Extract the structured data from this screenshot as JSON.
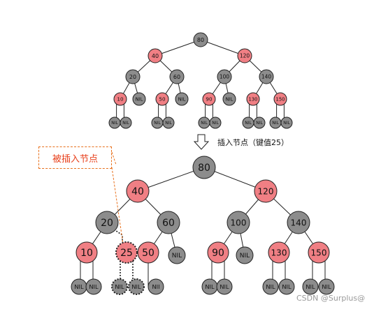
{
  "colors": {
    "red": "#f07f84",
    "black": "#8c8c8c",
    "stroke": "#222222",
    "annotation": "#e8701c"
  },
  "arrow_caption": "插入节点（键值25）",
  "annotation_label": "被插入节点",
  "watermark": "CSDN @Surplus@",
  "before_tree": {
    "nodes": [
      {
        "id": "b80",
        "label": "80",
        "color": "black"
      },
      {
        "id": "b40",
        "label": "40",
        "color": "red"
      },
      {
        "id": "b120",
        "label": "120",
        "color": "red"
      },
      {
        "id": "b20",
        "label": "20",
        "color": "black"
      },
      {
        "id": "b60",
        "label": "60",
        "color": "black"
      },
      {
        "id": "b100",
        "label": "100",
        "color": "black"
      },
      {
        "id": "b140",
        "label": "140",
        "color": "black"
      },
      {
        "id": "b10",
        "label": "10",
        "color": "red"
      },
      {
        "id": "bnil20",
        "label": "NIL",
        "color": "black"
      },
      {
        "id": "b50",
        "label": "50",
        "color": "red"
      },
      {
        "id": "bnil60",
        "label": "NIL",
        "color": "black"
      },
      {
        "id": "b90",
        "label": "90",
        "color": "red"
      },
      {
        "id": "bnil100",
        "label": "NIL",
        "color": "black"
      },
      {
        "id": "b130",
        "label": "130",
        "color": "red"
      },
      {
        "id": "b150",
        "label": "150",
        "color": "red"
      },
      {
        "id": "bn1",
        "label": "NIL",
        "color": "black"
      },
      {
        "id": "bn2",
        "label": "NIL",
        "color": "black"
      },
      {
        "id": "bn3",
        "label": "NIL",
        "color": "black"
      },
      {
        "id": "bn4",
        "label": "NIL",
        "color": "black"
      },
      {
        "id": "bn5",
        "label": "NIL",
        "color": "black"
      },
      {
        "id": "bn6",
        "label": "NIL",
        "color": "black"
      },
      {
        "id": "bn7",
        "label": "NIL",
        "color": "black"
      },
      {
        "id": "bn8",
        "label": "NIL",
        "color": "black"
      },
      {
        "id": "bn9",
        "label": "NIL",
        "color": "black"
      },
      {
        "id": "bn10",
        "label": "NIL",
        "color": "black"
      }
    ]
  },
  "after_tree": {
    "nodes": [
      {
        "id": "a80",
        "label": "80",
        "color": "black"
      },
      {
        "id": "a40",
        "label": "40",
        "color": "red"
      },
      {
        "id": "a120",
        "label": "120",
        "color": "red"
      },
      {
        "id": "a20",
        "label": "20",
        "color": "black"
      },
      {
        "id": "a60",
        "label": "60",
        "color": "black"
      },
      {
        "id": "a100",
        "label": "100",
        "color": "black"
      },
      {
        "id": "a140",
        "label": "140",
        "color": "black"
      },
      {
        "id": "a10",
        "label": "10",
        "color": "red"
      },
      {
        "id": "a25",
        "label": "25",
        "color": "red",
        "dashed": true
      },
      {
        "id": "a50",
        "label": "50",
        "color": "red"
      },
      {
        "id": "anil60",
        "label": "NIL",
        "color": "black"
      },
      {
        "id": "a90",
        "label": "90",
        "color": "red"
      },
      {
        "id": "anil100",
        "label": "NIL",
        "color": "black"
      },
      {
        "id": "a130",
        "label": "130",
        "color": "red"
      },
      {
        "id": "a150",
        "label": "150",
        "color": "red"
      },
      {
        "id": "an1",
        "label": "NIL",
        "color": "black"
      },
      {
        "id": "an2",
        "label": "NIL",
        "color": "black"
      },
      {
        "id": "an3",
        "label": "NIL",
        "color": "black",
        "dashed": true
      },
      {
        "id": "an4",
        "label": "NIL",
        "color": "black",
        "dashed": true
      },
      {
        "id": "an5",
        "label": "NII",
        "color": "black"
      },
      {
        "id": "an6",
        "label": "NIL",
        "color": "black"
      },
      {
        "id": "an7",
        "label": "NIL",
        "color": "black"
      },
      {
        "id": "an8",
        "label": "NIL",
        "color": "black"
      },
      {
        "id": "an9",
        "label": "NIL",
        "color": "black"
      },
      {
        "id": "an10",
        "label": "NIL",
        "color": "black"
      },
      {
        "id": "an11",
        "label": "NIL",
        "color": "black"
      }
    ]
  }
}
